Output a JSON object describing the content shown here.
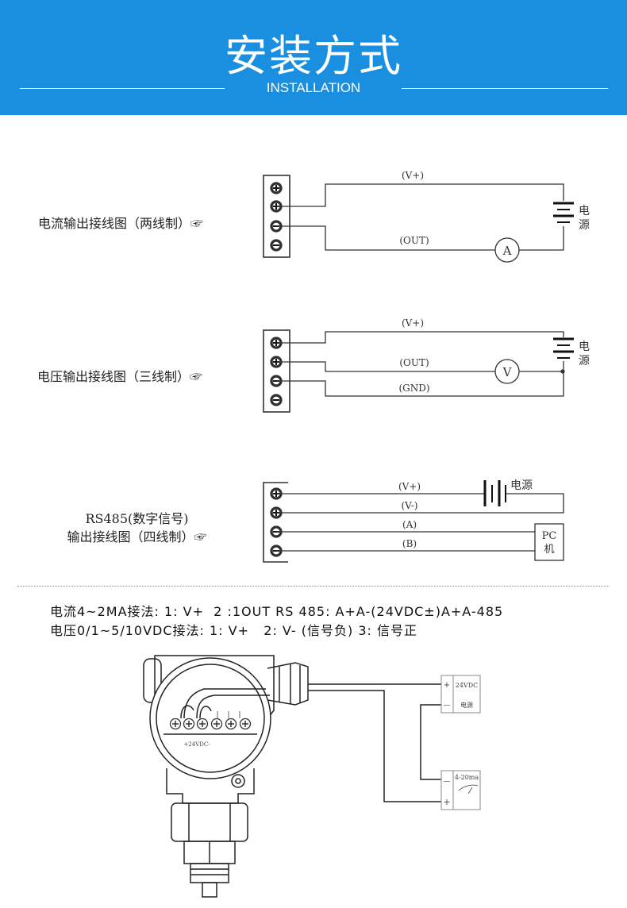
{
  "header": {
    "title": "安装方式",
    "subtitle": "INSTALLATION"
  },
  "diagrams": {
    "current": {
      "label": "电流输出接线图（两线制）☞",
      "wire_vplus": "(V+)",
      "wire_out": "(OUT)",
      "meter": "A",
      "power_a": "电",
      "power_b": "源"
    },
    "voltage": {
      "label": "电压输出接线图（三线制）☞",
      "wire_vplus": "(V+)",
      "wire_out": "(OUT)",
      "wire_gnd": "(GND)",
      "meter": "V",
      "power_a": "电",
      "power_b": "源"
    },
    "rs485": {
      "label_line1": "RS485(数字信号)",
      "label_line2": "输出接线图（四线制）☞",
      "wire_vplus": "(V+)",
      "wire_vminus": "(V-)",
      "wire_a": "(A)",
      "wire_b": "(B)",
      "power": "电源",
      "pc_a": "PC",
      "pc_b": "机"
    }
  },
  "notes": {
    "line1": "电流4~2MA接法: 1: V+  2 :1OUT RS 485: A+A-(24VDC±)A+A-485",
    "line2": "电压0/1~5/10VDC接法: 1: V+   2: V- (信号负) 3: 信号正"
  },
  "device": {
    "terminal_label": "+24VDC-",
    "supply_plus": "+",
    "supply_minus": "—",
    "supply_voltage": "24VDC",
    "supply_name": "电源",
    "meter_range": "4-20ma",
    "meter_minus": "—",
    "meter_plus": "+"
  }
}
